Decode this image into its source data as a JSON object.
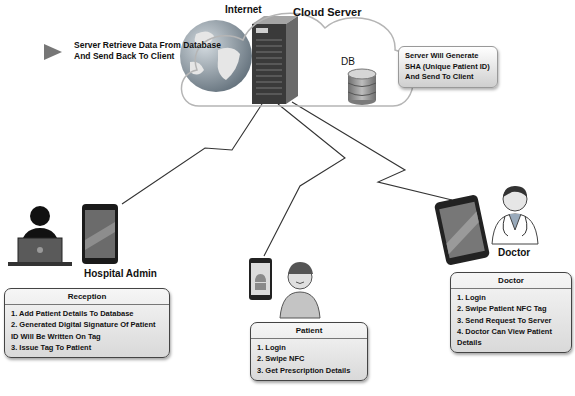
{
  "diagram": {
    "nodes": [
      {
        "text": [
          "Internet",
          "Cloud Server",
          "DB"
        ]
      },
      {
        "text": [
          "Server Will Generate SHA (Unique Patient ID) And Send To Client"
        ]
      },
      {
        "text": [
          "Reception",
          "1. Add Patient Details To Database",
          "2. Generated Digital Signature Of Patient ID Will Be Written On Tag",
          "3. Issue Tag To Patient"
        ]
      },
      {
        "text": [
          "Patient",
          "1. Login",
          "2. Swipe NFC",
          "3. Get Prescription Details"
        ]
      },
      {
        "text": [
          "Doctor",
          "1. Login",
          "2. Swipe Patient NFC Tag",
          "3. Send Request To Server",
          "4. Doctor Can View Patient Details"
        ]
      }
    ],
    "labels": [
      "Server Retrieve Data From Database And Send Back To Client",
      "Hospital Admin",
      "Doctor"
    ]
  }
}
